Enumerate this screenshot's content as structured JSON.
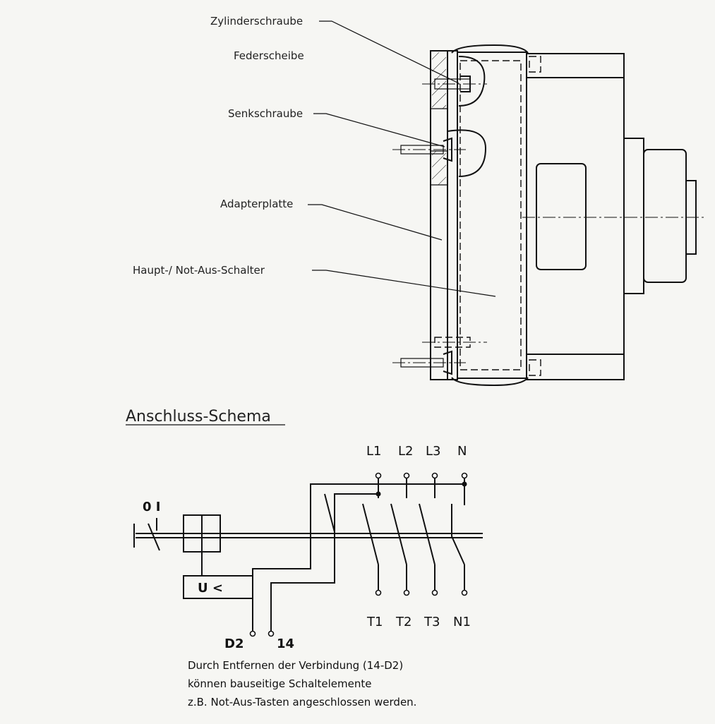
{
  "labels": {
    "zylinderschraube": "Zylinderschraube",
    "federscheibe": "Federscheibe",
    "senkschraube": "Senkschraube",
    "adapterplatte": "Adapterplatte",
    "hauptschalter": "Haupt-/ Not-Aus-Schalter"
  },
  "schema": {
    "title": "Anschluss-Schema",
    "switch_positions": "0 I",
    "undervoltage": "U <",
    "inputs": [
      "L1",
      "L2",
      "L3",
      "N"
    ],
    "outputs": [
      "T1",
      "T2",
      "T3",
      "N1"
    ],
    "aux_terminals": [
      "D2",
      "14"
    ]
  },
  "note": {
    "line1": "Durch Entfernen der Verbindung (14-D2)",
    "line2": "können bauseitige Schaltelemente",
    "line3": "z.B. Not-Aus-Tasten angeschlossen werden."
  }
}
